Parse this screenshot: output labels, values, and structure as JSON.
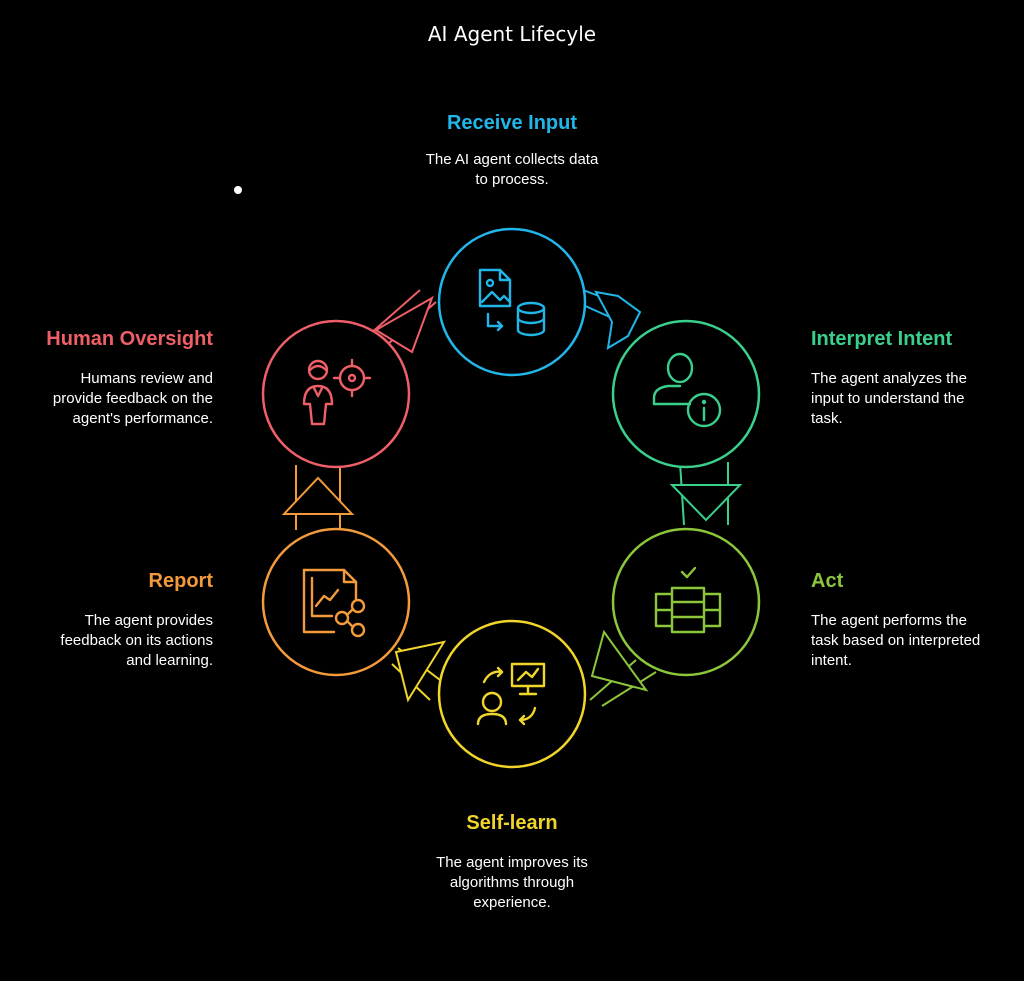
{
  "title": "AI Agent Lifecyle",
  "steps": [
    {
      "title": "Receive Input",
      "description": "The AI agent collects data\nto process.",
      "color": "#22b5e8",
      "icon": "document-database-icon"
    },
    {
      "title": "Interpret Intent",
      "description": "The agent analyzes the\ninput to understand the\ntask.",
      "color": "#3ad08c",
      "icon": "user-info-icon"
    },
    {
      "title": "Act",
      "description": "The agent performs the\ntask based on interpreted\nintent.",
      "color": "#8cc63a",
      "icon": "task-execution-icon"
    },
    {
      "title": "Self-learn",
      "description": "The agent improves its\nalgorithms through\nexperience.",
      "color": "#f0d52a",
      "icon": "learning-cycle-icon"
    },
    {
      "title": "Report",
      "description": "The agent provides\nfeedback on its actions\nand learning.",
      "color": "#f29a3c",
      "icon": "report-share-icon"
    },
    {
      "title": "Human Oversight",
      "description": "Humans review and\nprovide feedback on the\nagent's performance.",
      "color": "#ef5f67",
      "icon": "human-target-icon"
    }
  ]
}
